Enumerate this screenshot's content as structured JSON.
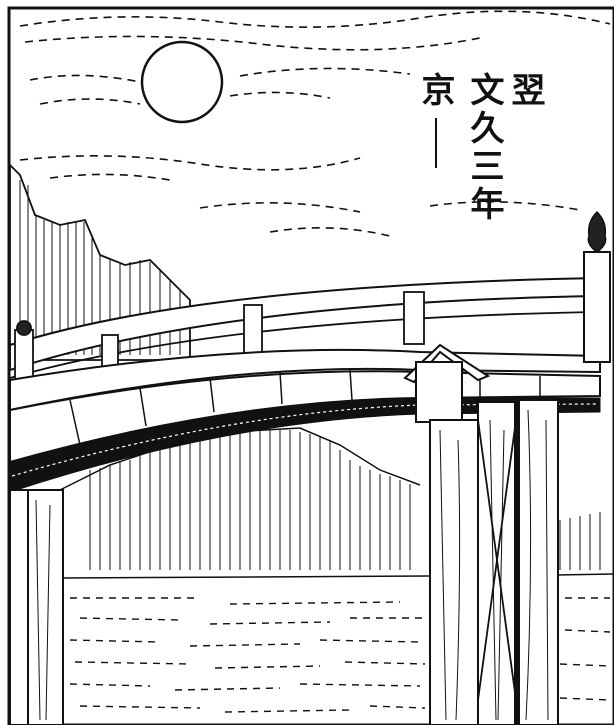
{
  "scene": {
    "captions": {
      "next": "翌",
      "era": "文久三年",
      "place": "京"
    },
    "colors": {
      "ink": "#111111",
      "paper": "#ffffff"
    }
  }
}
